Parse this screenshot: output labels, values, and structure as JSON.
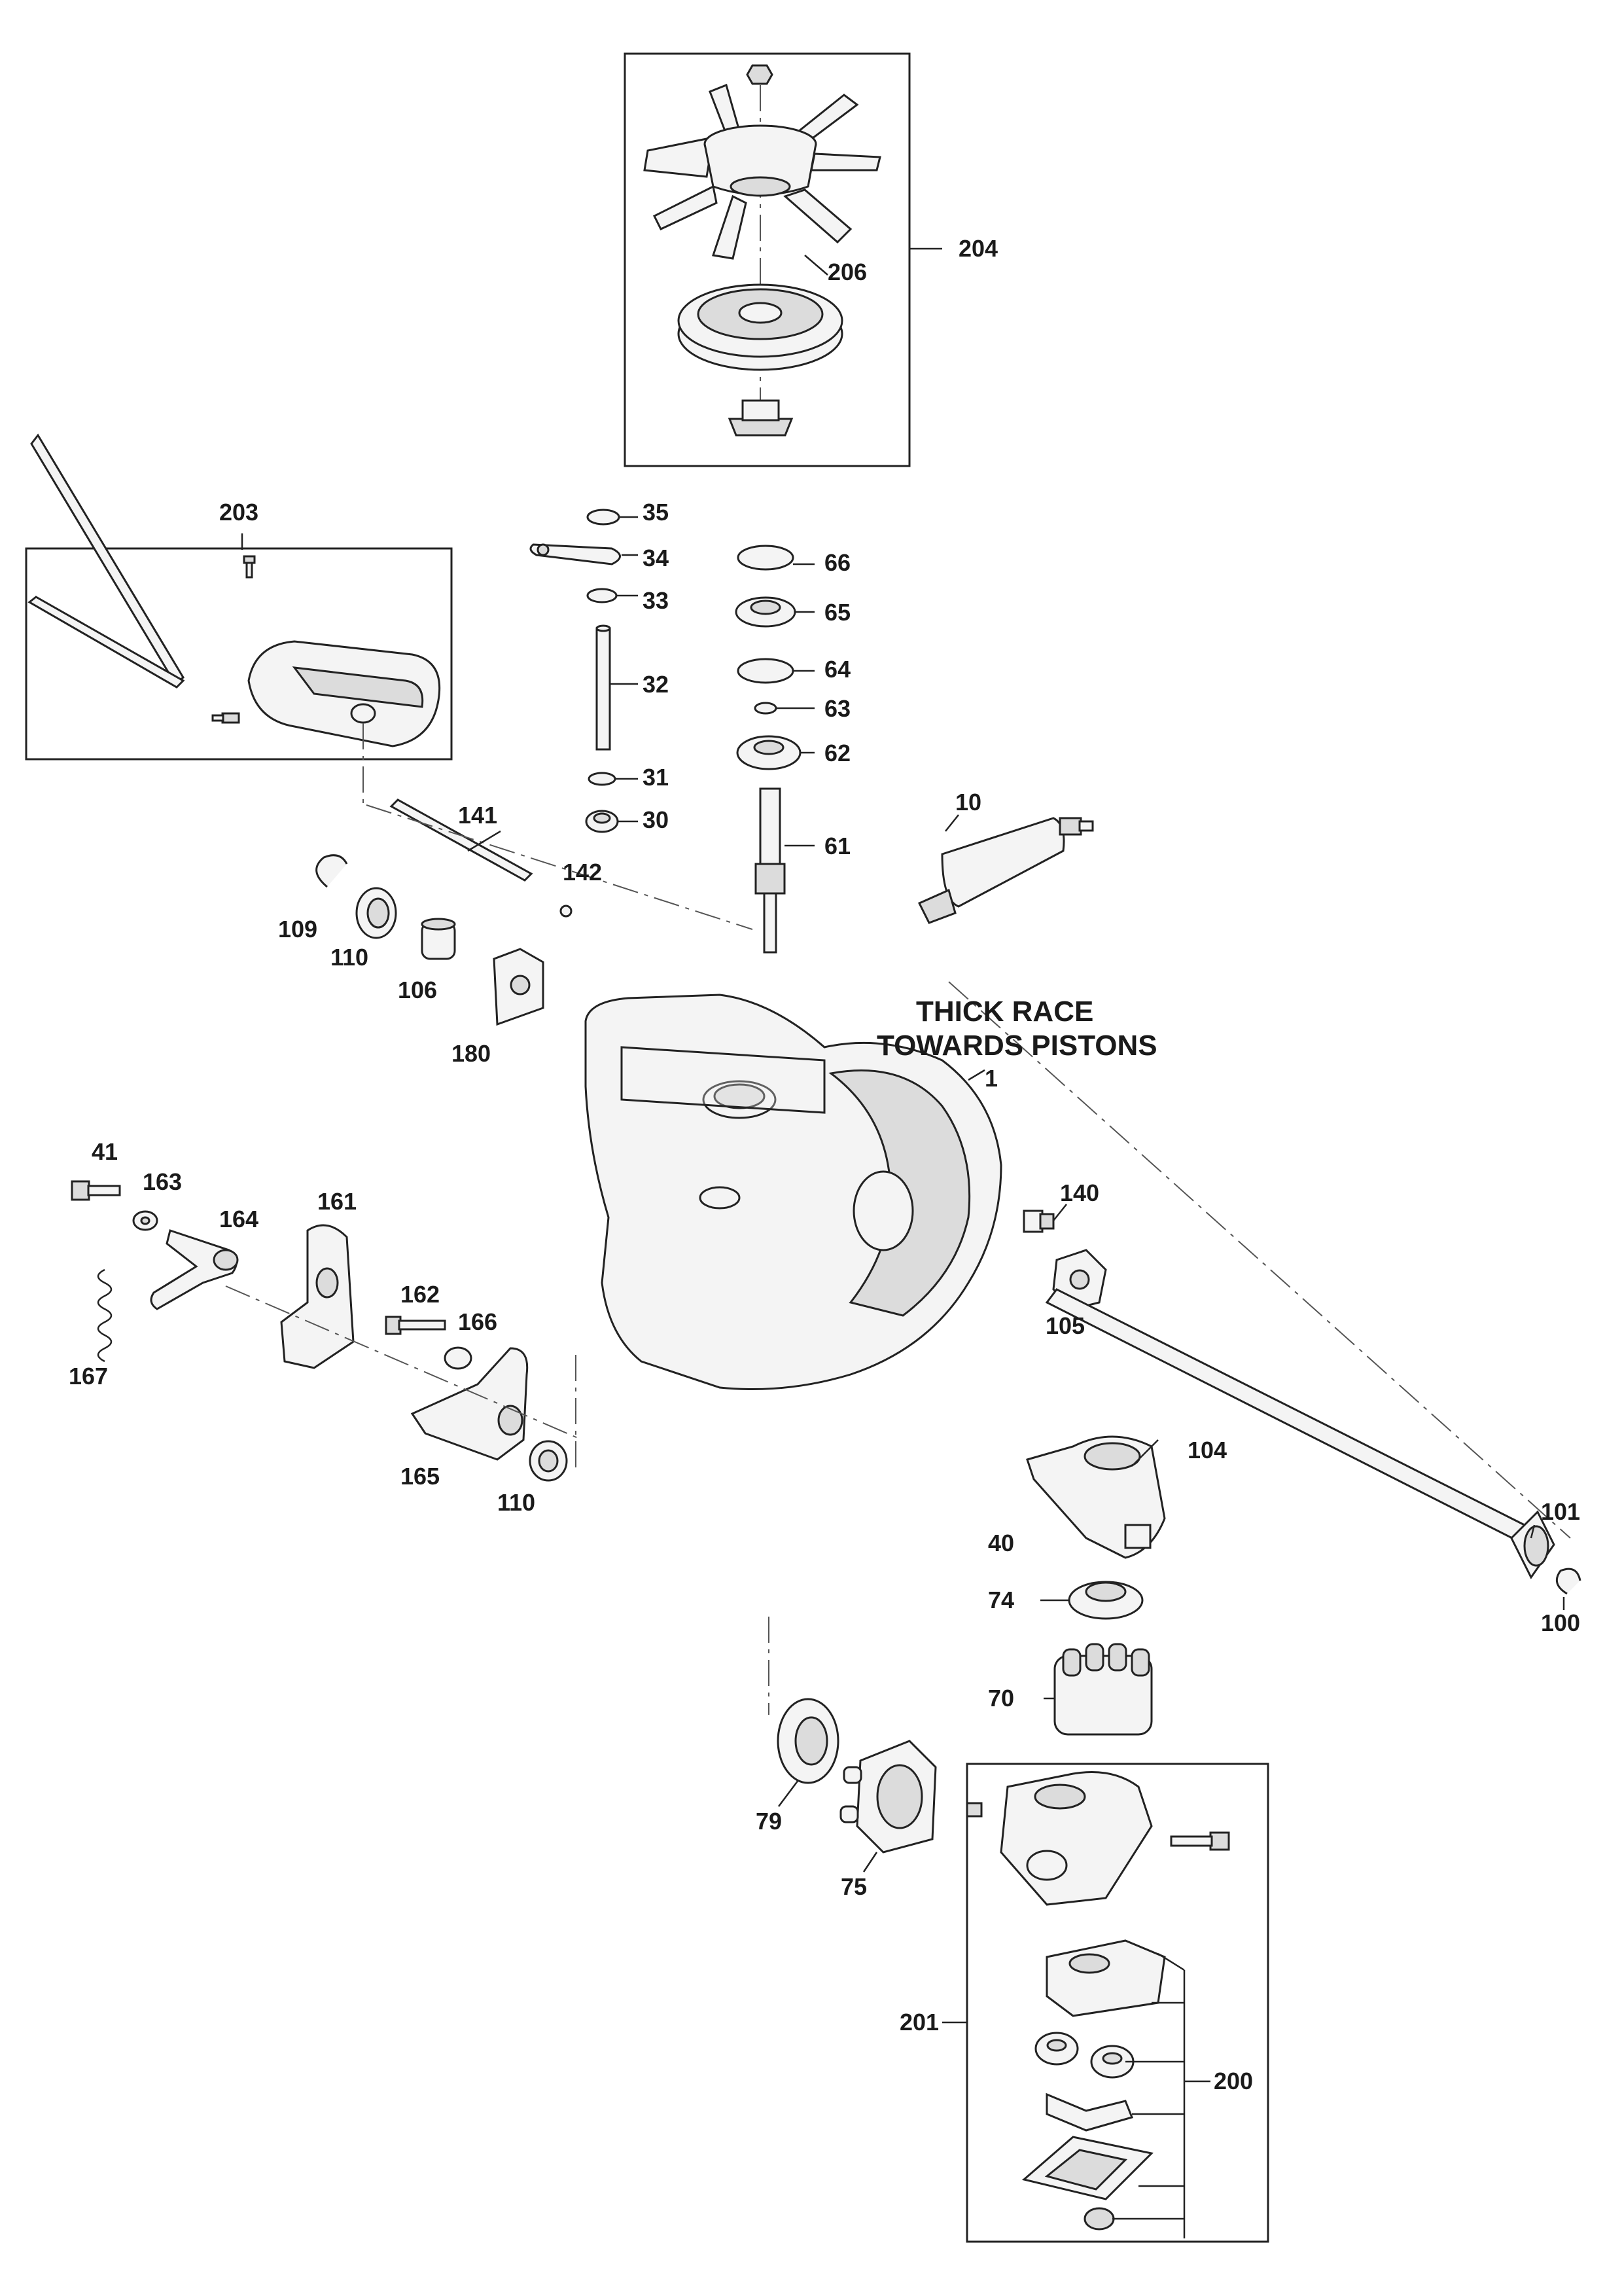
{
  "note": {
    "line1": "THICK RACE",
    "line2": "TOWARDS PISTONS"
  },
  "labels": {
    "p1": "1",
    "p10": "10",
    "p30": "30",
    "p31": "31",
    "p32": "32",
    "p33": "33",
    "p34": "34",
    "p35": "35",
    "p40": "40",
    "p41": "41",
    "p61": "61",
    "p62": "62",
    "p63": "63",
    "p64": "64",
    "p65": "65",
    "p66": "66",
    "p70": "70",
    "p74": "74",
    "p75": "75",
    "p79": "79",
    "p100": "100",
    "p101": "101",
    "p104": "104",
    "p105": "105",
    "p106": "106",
    "p109": "109",
    "p110a": "110",
    "p110b": "110",
    "p140": "140",
    "p141": "141",
    "p142": "142",
    "p161": "161",
    "p162": "162",
    "p163": "163",
    "p164": "164",
    "p165": "165",
    "p166": "166",
    "p167": "167",
    "p180": "180",
    "p200": "200",
    "p201": "201",
    "p203": "203",
    "p204": "204",
    "p206": "206"
  }
}
